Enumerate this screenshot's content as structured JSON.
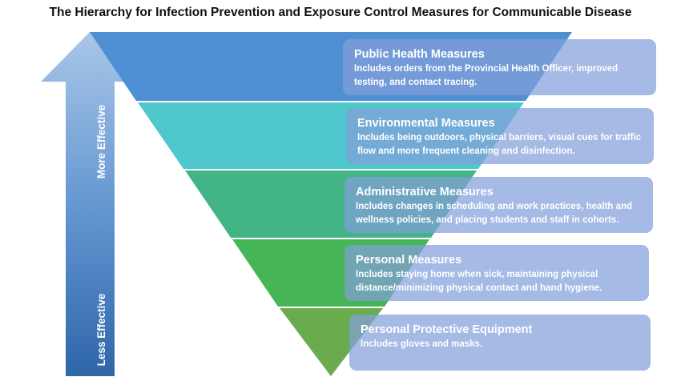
{
  "title": "The Hierarchy for Infection Prevention and Exposure Control Measures for Communicable Disease",
  "arrow": {
    "top_label": "More Effective",
    "bottom_label": "Less Effective"
  },
  "levels": [
    {
      "title": "Public Health Measures",
      "description": "Includes orders from the Provincial Health Officer, improved testing, and contact tracing.",
      "color": "#4f8fd3"
    },
    {
      "title": "Environmental Measures",
      "description": "Includes being outdoors, physical barriers, visual cues for traffic flow and more frequent cleaning and disinfection.",
      "color": "#4ec8cc"
    },
    {
      "title": "Administrative Measures",
      "description": "Includes changes in scheduling and work practices, health and wellness policies, and placing students and staff in cohorts.",
      "color": "#43b486"
    },
    {
      "title": "Personal Measures",
      "description": "Includes staying home when sick, maintaining physical distance/minimizing physical contact and hand hygiene.",
      "color": "#45b555"
    },
    {
      "title": "Personal Protective Equipment",
      "description": "Includes gloves and masks.",
      "color": "#6aab4e"
    }
  ]
}
